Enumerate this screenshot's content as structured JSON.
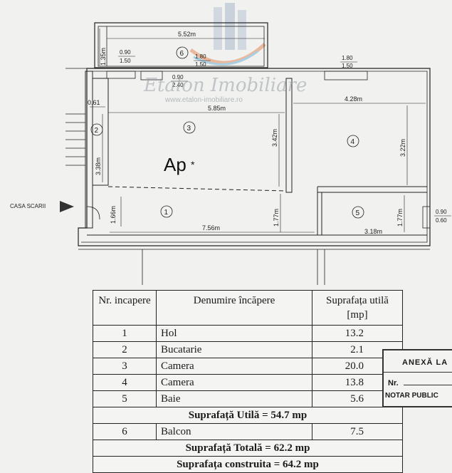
{
  "watermark": {
    "brand": "Etalon Imobiliare",
    "url": "www.etalon-imobiliare.ro"
  },
  "plan": {
    "label_ap": "Ap",
    "label_ap_mark": "*",
    "stair_label": "CASA SCARII",
    "room_numbers": [
      "1",
      "2",
      "3",
      "4",
      "5",
      "6"
    ],
    "dims": {
      "balcony_width": "5.52m",
      "balcony_depth": "1.35m",
      "win_a_top": "0.90",
      "win_a_bot": "1.50",
      "win_b_top": "1.80",
      "win_b_bot": "1.50",
      "win_c_top": "1.80",
      "win_c_bot": "1.50",
      "door_top": "0.90",
      "door_bot": "2.40",
      "r2_width": "0.61",
      "r2_length": "3.38m",
      "r3_width": "5.85m",
      "r3_height": "3.42m",
      "r4_width": "4.28m",
      "r4_height": "3.22m",
      "hall_length": "7.56m",
      "hall_height": "1.77m",
      "hall_left": "1.66m",
      "r5_width": "3.18m",
      "r5_height": "1.77m",
      "win_d_top": "0.90",
      "win_d_bot": "0.60"
    }
  },
  "table": {
    "headers": {
      "nr": "Nr. incapere",
      "name": "Denumire încăpere",
      "area": "Suprafața utilă [mp]"
    },
    "rows": [
      {
        "nr": "1",
        "name": "Hol",
        "area": "13.2"
      },
      {
        "nr": "2",
        "name": "Bucatarie",
        "area": "2.1"
      },
      {
        "nr": "3",
        "name": "Camera",
        "area": "20.0"
      },
      {
        "nr": "4",
        "name": "Camera",
        "area": "13.8"
      },
      {
        "nr": "5",
        "name": "Baie",
        "area": "5.6"
      }
    ],
    "useful_total": "Suprafață Utilă = 54.7 mp",
    "balcony_row": {
      "nr": "6",
      "name": "Balcon",
      "area": "7.5"
    },
    "total": "Suprafață Totală = 62.2 mp",
    "built": "Suprafața construita = 64.2 mp"
  },
  "stamp": {
    "title": "ANEXĂ LA",
    "nr": "Nr.",
    "notar": "NOTAR PUBLIC"
  }
}
